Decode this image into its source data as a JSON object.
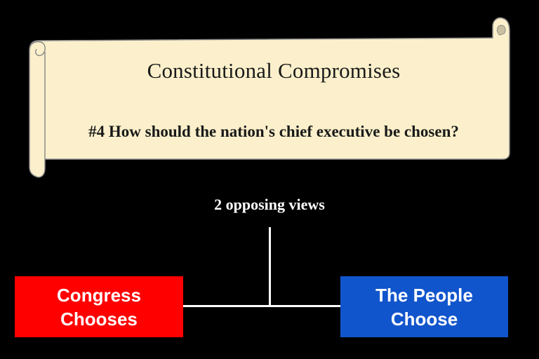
{
  "scroll": {
    "title": "Constitutional Compromises",
    "question": "#4 How should the nation's chief executive be chosen?"
  },
  "diagram": {
    "label": "2 opposing views",
    "views": [
      {
        "label": "Congress\nChooses",
        "color": "#ff0000"
      },
      {
        "label": "The People\nChoose",
        "color": "#1155cc"
      }
    ]
  },
  "colors": {
    "background": "#000000",
    "parchment": "#fbf0cb",
    "connector": "#ffffff"
  }
}
